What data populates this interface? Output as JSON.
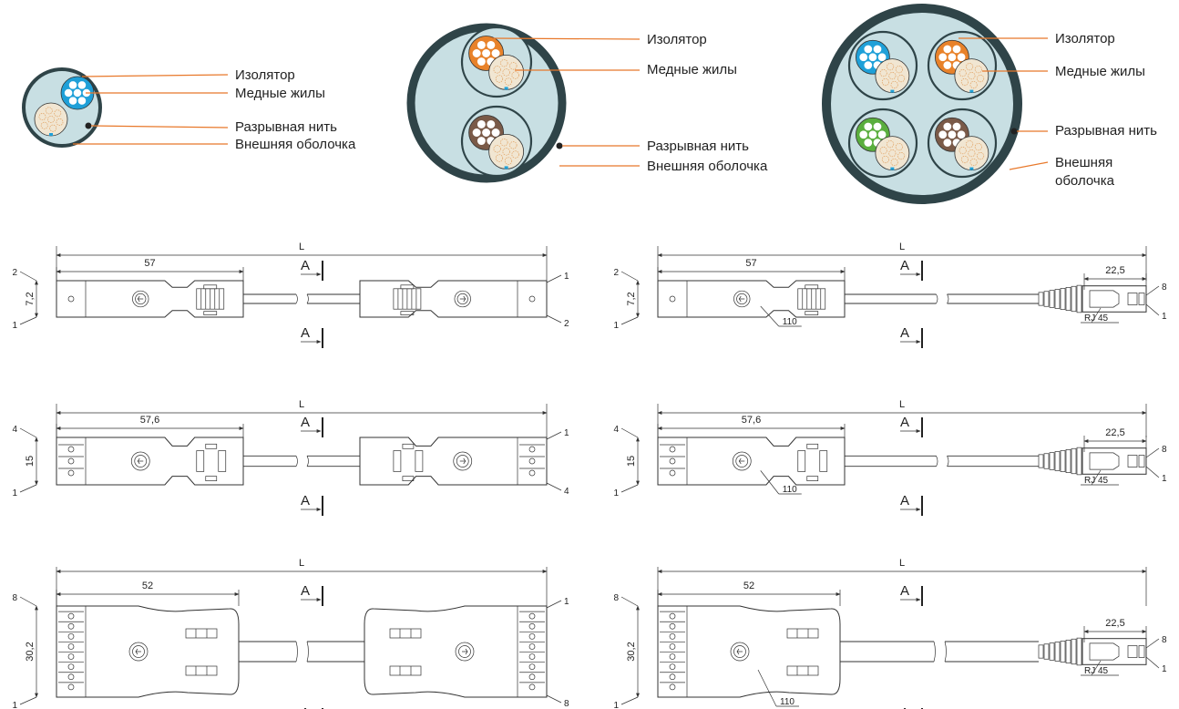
{
  "cross_sections": {
    "labels": {
      "insulator": "Изолятор",
      "copper": "Медные жилы",
      "ripcord": "Разрывная нить",
      "jacket": "Внешняя оболочка",
      "jacket_line1": "Внешняя",
      "jacket_line2": "оболочка"
    },
    "colors": {
      "jacket_outer": "#2f4448",
      "jacket_fill": "#c8dfe3",
      "insulator_blue": "#1fa0d8",
      "insulator_orange": "#e8822a",
      "insulator_brown": "#7a5a48",
      "insulator_green": "#5aae3e",
      "copper": "#f1e6d2",
      "leader": "#e8782a"
    }
  },
  "drawings": {
    "row1": {
      "length": "L",
      "width_left": "57",
      "width_right": "57",
      "height": "7,2",
      "pin_top": "2",
      "pin_bottom": "1",
      "pin_right_top": "1",
      "pin_right_bottom": "2",
      "section": "A",
      "rj_width": "22,5",
      "rj_pin_top": "8",
      "rj_pin_bottom": "1",
      "rj_label": "RJ 45",
      "part": "110"
    },
    "row2": {
      "length": "L",
      "width_left": "57,6",
      "width_right": "57,6",
      "height": "15",
      "pin_top": "4",
      "pin_bottom": "1",
      "pin_right_top": "1",
      "pin_right_bottom": "4",
      "section": "A",
      "rj_width": "22,5",
      "rj_pin_top": "8",
      "rj_pin_bottom": "1",
      "rj_label": "RJ 45",
      "part": "110"
    },
    "row3": {
      "length": "L",
      "width_left": "52",
      "width_right": "52",
      "height": "30,2",
      "pin_top": "8",
      "pin_bottom": "1",
      "pin_right_top": "1",
      "pin_right_bottom": "8",
      "section": "A",
      "rj_width": "22,5",
      "rj_pin_top": "8",
      "rj_pin_bottom": "1",
      "rj_label": "RJ 45",
      "part": "110"
    }
  }
}
